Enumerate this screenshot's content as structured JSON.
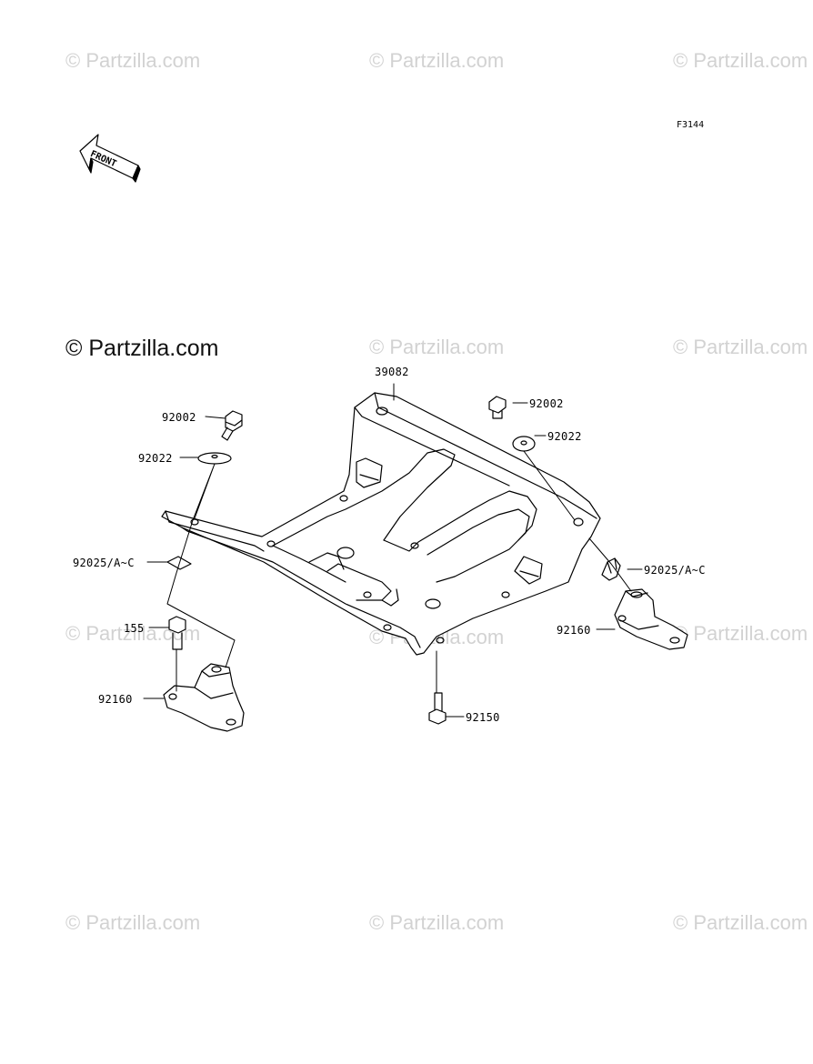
{
  "figure_code": "F3144",
  "front_label": "FRONT",
  "watermarks": {
    "text": "© Partzilla.com",
    "prominent": "© Partzilla.com"
  },
  "parts": [
    {
      "id": "39082"
    },
    {
      "id": "92002"
    },
    {
      "id": "92002"
    },
    {
      "id": "92022"
    },
    {
      "id": "92022"
    },
    {
      "id": "92025/A~C"
    },
    {
      "id": "92025/A~C"
    },
    {
      "id": "155"
    },
    {
      "id": "92160"
    },
    {
      "id": "92160"
    },
    {
      "id": "92150"
    }
  ],
  "colors": {
    "line": "#000000",
    "watermark": "#d2d2d2",
    "background": "#ffffff"
  }
}
